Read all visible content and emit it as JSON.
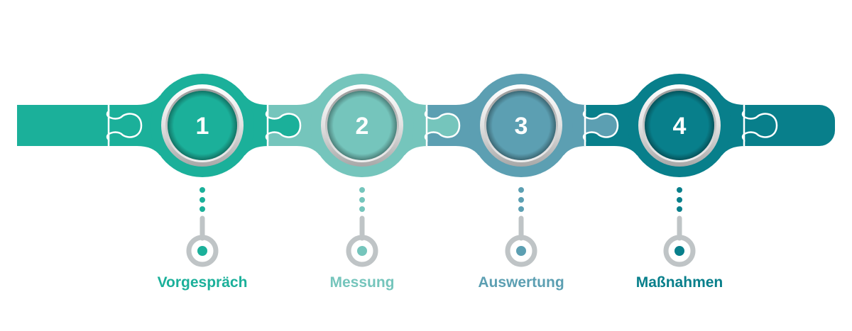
{
  "diagram": {
    "type": "process-timeline",
    "style": "puzzle-connected circles",
    "steps": [
      {
        "number": "1",
        "label": "Vorgespräch",
        "color": "#1bb09a"
      },
      {
        "number": "2",
        "label": "Messung",
        "color": "#75c5bc"
      },
      {
        "number": "3",
        "label": "Auswertung",
        "color": "#5c9fb2"
      },
      {
        "number": "4",
        "label": "Maßnahmen",
        "color": "#087f8b"
      }
    ],
    "colors": {
      "pin": "#bfc4c6",
      "ring_light": "#f4f4f4",
      "ring_dark": "#a9a9a9",
      "separator": "#ffffff"
    }
  }
}
